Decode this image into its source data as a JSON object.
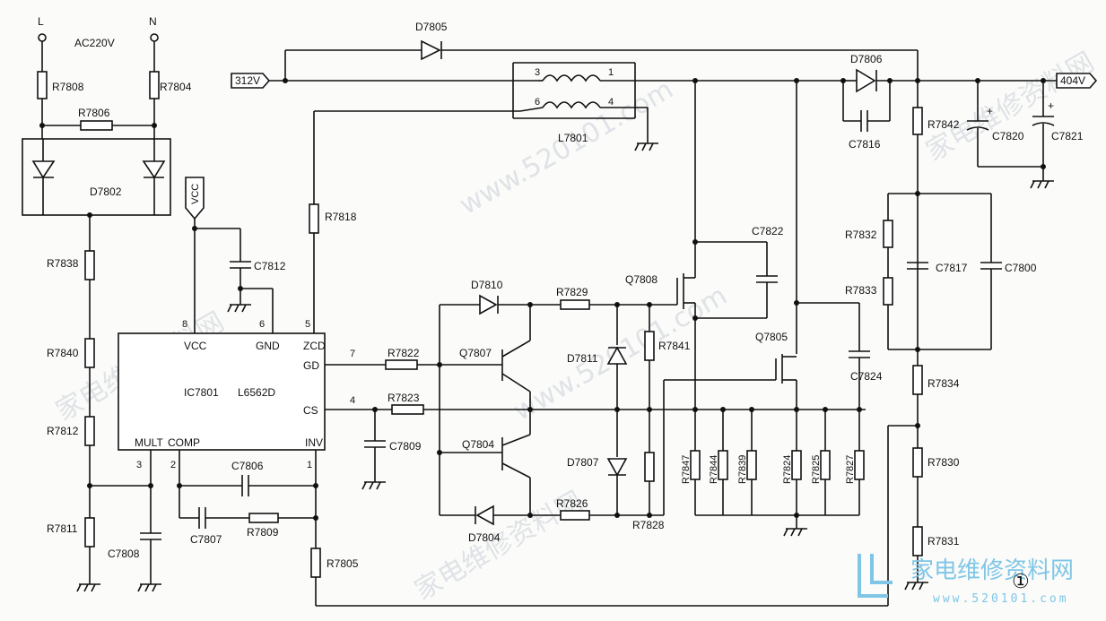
{
  "header": {
    "terminal_l": "L",
    "terminal_n": "N",
    "ac_label": "AC220V",
    "in_voltage": "312V",
    "out_voltage": "404V",
    "figure_number": "①"
  },
  "ic": {
    "ref": "IC7801",
    "part": "L6562D",
    "pins": {
      "vcc": "VCC",
      "gnd": "GND",
      "zcd": "ZCD",
      "gd": "GD",
      "cs": "CS",
      "mult": "MULT",
      "comp": "COMP",
      "inv": "INV",
      "n8": "8",
      "n6": "6",
      "n5": "5",
      "n7": "7",
      "n4": "4",
      "n3": "3",
      "n2": "2",
      "n1": "1"
    }
  },
  "inductor": {
    "ref": "L7801",
    "p3": "3",
    "p1": "1",
    "p6": "6",
    "p4": "4"
  },
  "vcc_tag": "VCC",
  "components": {
    "r7808": "R7808",
    "r7804": "R7804",
    "r7806": "R7806",
    "d7802": "D7802",
    "r7838": "R7838",
    "r7840": "R7840",
    "r7812": "R7812",
    "r7811": "R7811",
    "c7808": "C7808",
    "c7812": "C7812",
    "r7818": "R7818",
    "d7805": "D7805",
    "d7806": "D7806",
    "c7816": "C7816",
    "r7842": "R7842",
    "c7820": "C7820",
    "c7821": "C7821",
    "r7832": "R7832",
    "r7833": "R7833",
    "c7817": "C7817",
    "c7800": "C7800",
    "r7834": "R7834",
    "r7830": "R7830",
    "r7831": "R7831",
    "d7810": "D7810",
    "r7829": "R7829",
    "q7808": "Q7808",
    "c7822": "C7822",
    "q7807": "Q7807",
    "q7804": "Q7804",
    "d7811": "D7811",
    "d7807": "D7807",
    "r7841": "R7841",
    "r7828": "R7828",
    "d7804": "D7804",
    "r7826": "R7826",
    "r7822": "R7822",
    "r7823": "R7823",
    "c7809": "C7809",
    "q7805": "Q7805",
    "c7824": "C7824",
    "r7847": "R7847",
    "r7844": "R7844",
    "r7839": "R7839",
    "r7824": "R7824",
    "r7825": "R7825",
    "r7827": "R7827",
    "c7806": "C7806",
    "c7807": "C7807",
    "r7809": "R7809",
    "r7805": "R7805"
  },
  "watermark": {
    "text1": "www.520101.com",
    "text2": "家电维修资料网",
    "logo_cn": "家电维修资料网",
    "logo_url": "www.520101.com"
  }
}
